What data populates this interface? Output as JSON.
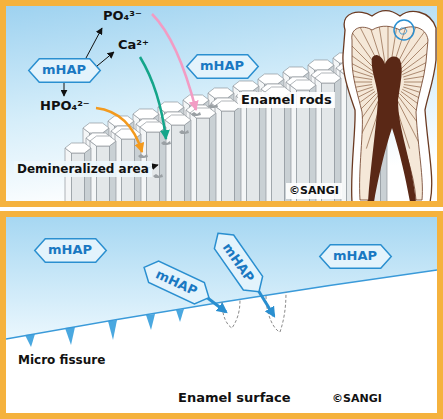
{
  "diagram": {
    "nodes": [
      {
        "text": [
          "mHAP"
        ]
      },
      {
        "text": [
          "mHAP"
        ]
      },
      {
        "text": [
          "mHAP"
        ]
      },
      {
        "text": [
          "mHAP"
        ]
      },
      {
        "text": [
          "mHAP"
        ]
      },
      {
        "text": [
          "mHAP"
        ]
      }
    ],
    "labels": [
      "PO₄³⁻",
      "Ca²⁺",
      "HPO₄²⁻",
      "Enamel rods",
      "Demineralized area",
      "©SANGI",
      "Micro fissure",
      "Enamel surface",
      "©SANGI"
    ]
  }
}
